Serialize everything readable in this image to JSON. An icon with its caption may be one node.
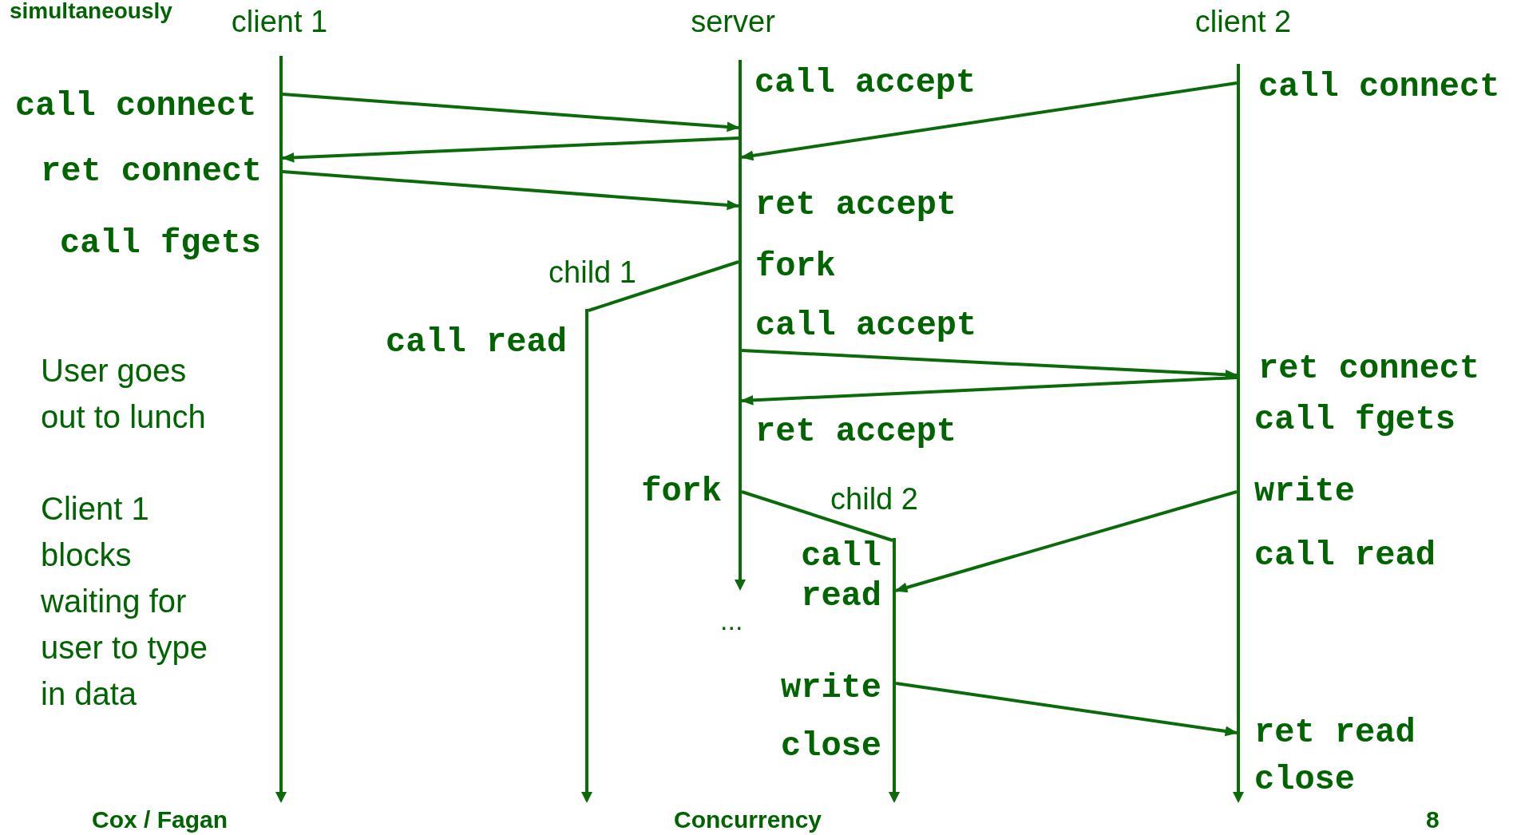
{
  "diagram": {
    "title": "simultaneously",
    "nodes": [
      {
        "text": [
          "client 1"
        ]
      },
      {
        "text": [
          "server"
        ]
      },
      {
        "text": [
          "client 2"
        ]
      },
      {
        "text": [
          "child 1"
        ]
      },
      {
        "text": [
          "child 2"
        ]
      }
    ],
    "edges": [
      {
        "from": 0,
        "to": 1,
        "arrow": "to"
      },
      {
        "from": 1,
        "to": 0,
        "arrow": "to"
      },
      {
        "from": 2,
        "to": 1,
        "arrow": "to"
      },
      {
        "from": 0,
        "to": 1,
        "arrow": "to"
      },
      {
        "from": 1,
        "to": 3,
        "arrow": "none"
      },
      {
        "from": 1,
        "to": 2,
        "arrow": "to"
      },
      {
        "from": 2,
        "to": 1,
        "arrow": "to"
      },
      {
        "from": 1,
        "to": 4,
        "arrow": "none"
      },
      {
        "from": 2,
        "to": 4,
        "arrow": "to"
      },
      {
        "from": 4,
        "to": 2,
        "arrow": "to"
      }
    ],
    "labels": [
      "call accept",
      "call connect",
      "call connect",
      "ret connect",
      "ret accept",
      "call fgets",
      "fork",
      "call read",
      "call accept",
      "ret connect",
      "User goes out to lunch",
      "call fgets",
      "ret accept",
      "Client 1 blocks waiting for user to type in data",
      "fork",
      "write",
      "call read",
      "call read",
      "...",
      "write",
      "close",
      "ret read",
      "close",
      "Cox / Fagan",
      "Concurrency",
      "8"
    ]
  }
}
